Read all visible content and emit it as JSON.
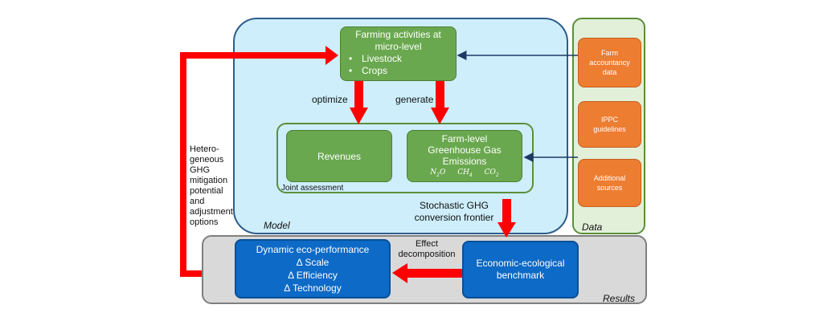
{
  "model": {
    "label": "Model",
    "farming": {
      "title_line1": "Farming activities at",
      "title_line2": "micro-level",
      "items": [
        "Livestock",
        "Crops"
      ]
    },
    "optimize_label": "optimize",
    "generate_label": "generate",
    "revenues_label": "Revenues",
    "emissions": {
      "line1": "Farm-level",
      "line2": "Greenhouse Gas",
      "line3": "Emissions",
      "gases": [
        {
          "base": "N",
          "sub": "2",
          "suffix": "O"
        },
        {
          "base": "CH",
          "sub": "4",
          "suffix": ""
        },
        {
          "base": "CO",
          "sub": "2",
          "suffix": ""
        }
      ]
    },
    "joint_assessment_label": "Joint assessment",
    "frontier_line1": "Stochastic GHG",
    "frontier_line2": "conversion frontier"
  },
  "data": {
    "label": "Data",
    "sources": [
      {
        "lines": [
          "Farm",
          "accountancy",
          "data"
        ]
      },
      {
        "lines": [
          "IPPC",
          "guidelines"
        ]
      },
      {
        "lines": [
          "Additional",
          "sources"
        ]
      }
    ]
  },
  "results": {
    "label": "Results",
    "eco_performance": {
      "title": "Dynamic eco-performance",
      "items": [
        "Δ Scale",
        "Δ Efficiency",
        "Δ Technology"
      ]
    },
    "effect_line1": "Effect",
    "effect_line2": "decomposition",
    "benchmark_line1": "Economic-ecological",
    "benchmark_line2": "benchmark"
  },
  "feedback_lines": [
    "Hetero-",
    "geneous",
    "GHG",
    "mitigation",
    "potential",
    "and",
    "adjustment",
    "options"
  ],
  "colors": {
    "arrow_red": "#ff0000",
    "arrow_navy": "#1f3864"
  }
}
